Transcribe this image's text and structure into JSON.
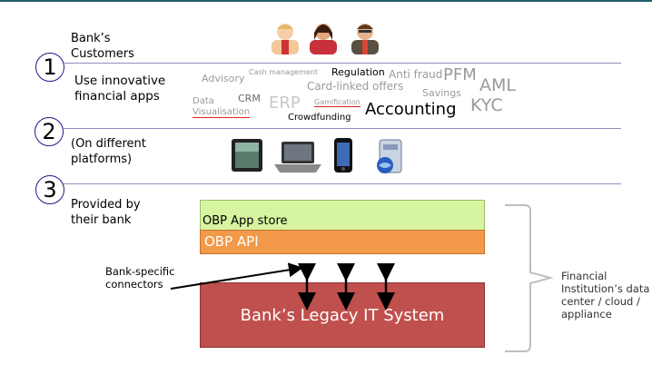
{
  "rows": {
    "customers_label": "Bank’s Customers",
    "apps_label": "Use innovative financial apps",
    "platforms_label": "(On different platforms)",
    "provided_label": "Provided by their bank"
  },
  "step_numbers": [
    "1",
    "2",
    "3"
  ],
  "apps_cloud": {
    "advisory": "Advisory",
    "cash_management": "Cash management",
    "regulation": "Regulation",
    "anti_fraud": "Anti fraud",
    "pfm": "PFM",
    "aml": "AML",
    "card_linked_offers": "Card-linked offers",
    "savings": "Savings",
    "kyc": "KYC",
    "data": "Data",
    "visualisation": "Visualisation",
    "crm": "CRM",
    "erp": "ERP",
    "gamification": "Gamification",
    "accounting": "Accounting",
    "crowdfunding": "Crowdfunding"
  },
  "stack": {
    "app_store": "OBP App store",
    "api": "OBP API",
    "legacy": "Bank’s Legacy IT System"
  },
  "connectors_label": "Bank-specific connectors",
  "brace_label": "Financial Institution’s data center / cloud / appliance",
  "colors": {
    "app_store": "#d7f5a0",
    "api": "#f2994a",
    "legacy": "#c0504d",
    "circle": "#1a1a8c",
    "separator": "#8e8ebf"
  }
}
